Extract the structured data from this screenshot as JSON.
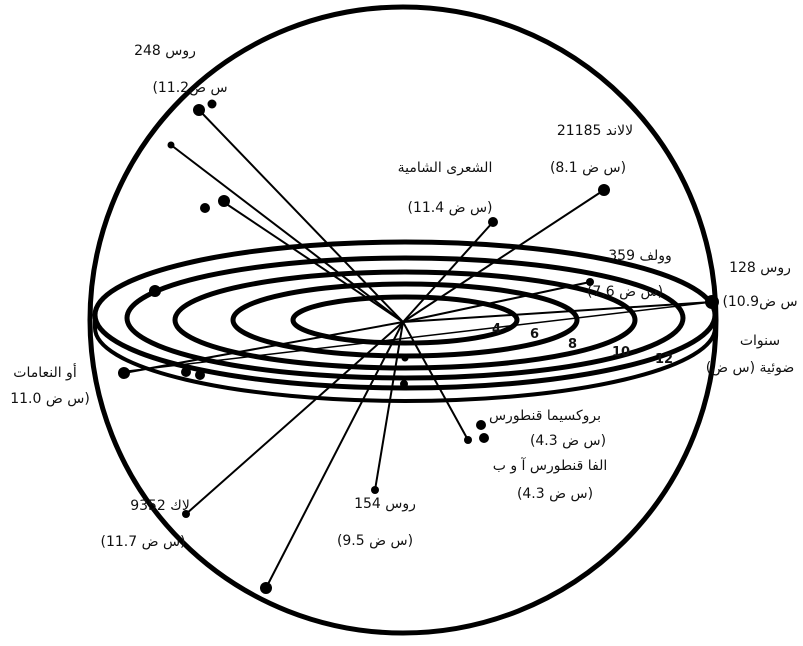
{
  "stars": [
    {
      "name": "روس 248",
      "distance": "(11.2س ض"
    },
    {
      "name": "لالاند 21185",
      "distance": "(8.1 س ض)"
    },
    {
      "name": "الشعرى الشامية",
      "distance": "(11.4 س ض)"
    },
    {
      "name": "وولف 359",
      "distance": "(7.6 س ض)"
    },
    {
      "name": "روس 128",
      "distance": "(10.9س ض"
    },
    {
      "name": "أو النعامات",
      "distance": "11.0 س ض)"
    },
    {
      "name": "بروكسيما قنطورس",
      "distance": "(4.3 س ض)"
    },
    {
      "name": "الفا قنطورس آ و ب",
      "distance": "(4.3 س ض)"
    },
    {
      "name": "لاك 9352",
      "distance": "(11.7 س ض)"
    },
    {
      "name": "روس 154",
      "distance": "(9.5 س ض)"
    }
  ],
  "axis_title": [
    "سنوات",
    "ضوئية (س ض)"
  ],
  "rings": [
    "4",
    "6",
    "8",
    "10",
    "12"
  ]
}
